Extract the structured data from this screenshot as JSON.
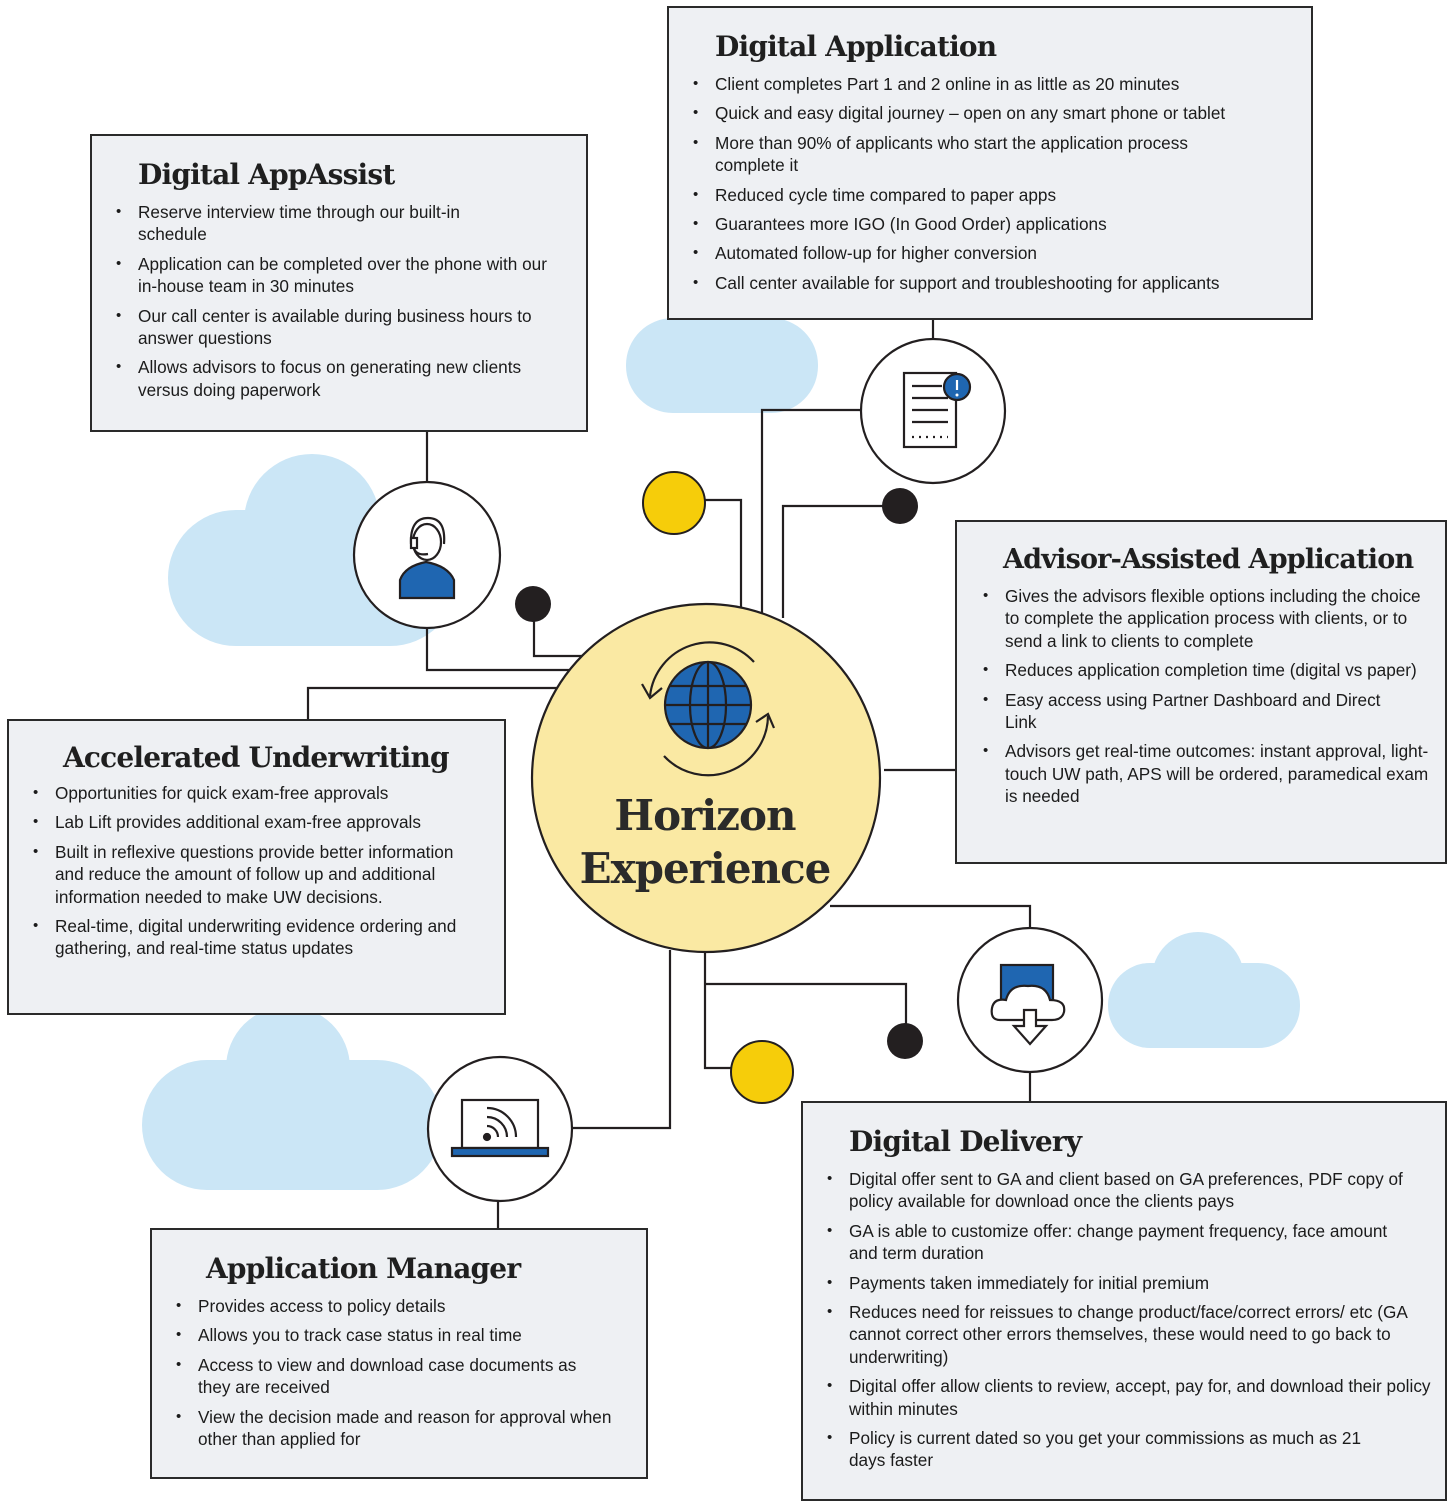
{
  "center": {
    "title_line1": "Horizon",
    "title_line2": "Experience",
    "icon": "globe-refresh-icon"
  },
  "colors": {
    "center_fill": "#fae9a3",
    "box_fill": "#eef0f3",
    "cloud": "#cbe6f6",
    "accent_blue": "#1f66b1",
    "accent_yellow": "#f6cd0a",
    "dark_dot": "#231f20"
  },
  "digital_application": {
    "title": "Digital Application",
    "icon": "document-alert-icon",
    "bullets": [
      "Client completes Part 1 and 2 online in as little as 20 minutes",
      "Quick and easy digital journey – open on any smart phone or tablet",
      "More than 90% of applicants who start the application process complete it",
      "Reduced cycle time compared to paper apps",
      "Guarantees more IGO (In Good Order) applications",
      "Automated follow-up for higher conversion",
      "Call center available for support and troubleshooting for applicants"
    ]
  },
  "digital_appassist": {
    "title": "Digital AppAssist",
    "icon": "headset-agent-icon",
    "bullets": [
      "Reserve interview time through our built-in schedule",
      "Application can be completed over the phone with our in-house team in 30 minutes",
      "Our call center is available during business hours to answer questions",
      "Allows advisors to focus on generating new clients versus doing paperwork"
    ]
  },
  "advisor_assisted": {
    "title": "Advisor-Assisted Application",
    "bullets": [
      "Gives the advisors flexible options including the choice to complete the application process with clients, or to send a link to clients to complete",
      "Reduces application completion time (digital vs paper)",
      "Easy access using Partner Dashboard and Direct Link",
      "Advisors get real-time outcomes: instant approval, light-touch UW path, APS will be ordered, paramedical exam is needed"
    ]
  },
  "accelerated_underwriting": {
    "title": "Accelerated Underwriting",
    "bullets": [
      "Opportunities for quick exam-free approvals",
      "Lab Lift provides additional exam-free approvals",
      "Built in reflexive questions provide better information and reduce the amount of follow up and additional information needed to make UW decisions.",
      "Real-time, digital underwriting evidence ordering and gathering, and real-time status updates"
    ]
  },
  "application_manager": {
    "title": "Application Manager",
    "icon": "laptop-wifi-icon",
    "bullets": [
      "Provides access to policy details",
      "Allows you to track case status in real time",
      "Access to view and download case documents as they are received",
      "View the decision made and reason for approval when other than applied for"
    ]
  },
  "digital_delivery": {
    "title": "Digital Delivery",
    "icon": "cloud-download-icon",
    "bullets": [
      "Digital offer sent to GA and client based on GA preferences, PDF copy of policy available for download once the clients pays",
      "GA is able to customize offer: change payment frequency, face amount and term duration",
      "Payments taken immediately for initial premium",
      "Reduces need for reissues to change product/face/correct errors/ etc (GA cannot correct other errors themselves, these would need to go back to underwriting)",
      "Digital offer allow clients to review, accept, pay for, and download their policy within minutes",
      "Policy is current dated so you get your commissions as much as 21 days faster"
    ]
  }
}
